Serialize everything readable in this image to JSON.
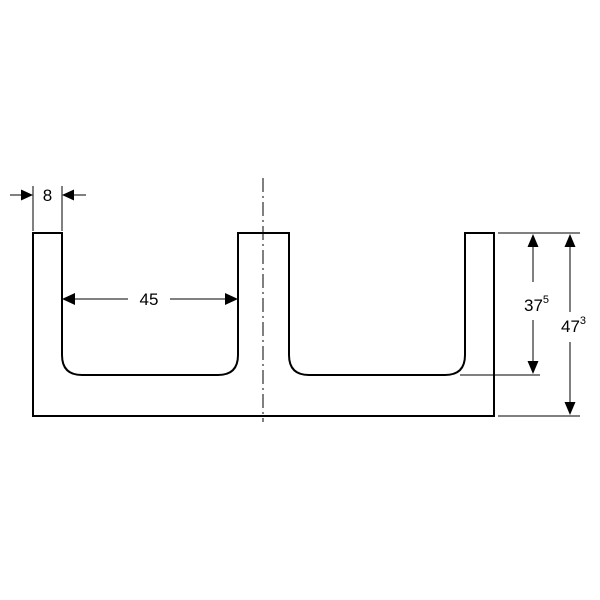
{
  "dimensions": {
    "wall_thickness": {
      "text": "8"
    },
    "inner_width": {
      "text": "45"
    },
    "inner_depth": {
      "main": "37",
      "sup": "5"
    },
    "total_height": {
      "main": "47",
      "sup": "3"
    }
  },
  "colors": {
    "line": "#000000",
    "background": "#ffffff"
  }
}
